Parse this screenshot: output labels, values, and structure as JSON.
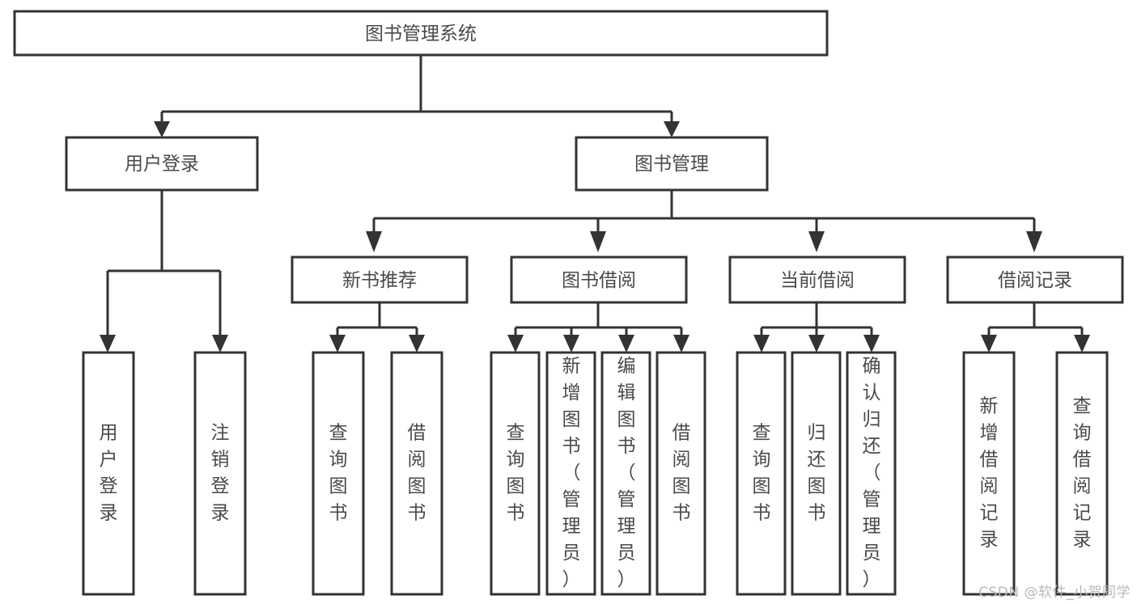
{
  "diagram": {
    "title": "图书管理系统",
    "type": "tree",
    "orientation": "top-down",
    "colors": {
      "box_stroke": "#333333",
      "box_fill": "#ffffff",
      "label_text": "#4a4a4a",
      "connector": "#333333",
      "background": "#ffffff",
      "watermark": "#b8b8b8"
    },
    "root": {
      "label": "图书管理系统"
    },
    "level2": [
      {
        "label": "用户登录"
      },
      {
        "label": "图书管理"
      }
    ],
    "level3": [
      {
        "label": "新书推荐"
      },
      {
        "label": "图书借阅"
      },
      {
        "label": "当前借阅"
      },
      {
        "label": "借阅记录"
      }
    ],
    "leaves": {
      "user_login": [
        {
          "label": "用户登录"
        },
        {
          "label": "注销登录"
        }
      ],
      "new_book_recommend": [
        {
          "label": "查询图书"
        },
        {
          "label": "借阅图书"
        }
      ],
      "book_borrow": [
        {
          "label": "查询图书"
        },
        {
          "label": "新增图书（管理员）"
        },
        {
          "label": "编辑图书（管理员）"
        },
        {
          "label": "借阅图书"
        }
      ],
      "current_borrow": [
        {
          "label": "查询图书"
        },
        {
          "label": "归还图书"
        },
        {
          "label": "确认归还（管理员）"
        }
      ],
      "borrow_record": [
        {
          "label": "新增借阅记录"
        },
        {
          "label": "查询借阅记录"
        }
      ]
    }
  },
  "watermark": {
    "text": "CSDN @软件_小贺同学"
  }
}
